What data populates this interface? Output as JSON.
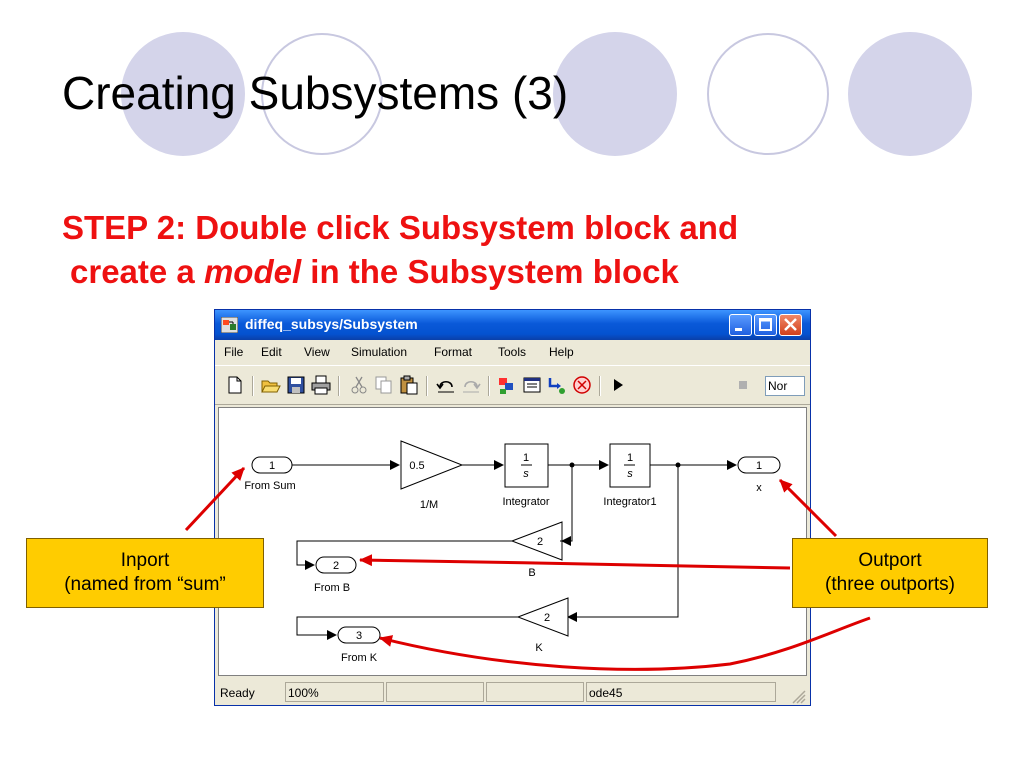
{
  "slide": {
    "title": "Creating Subsystems (3)",
    "subtitle_line1": "STEP 2: Double click Subsystem block and",
    "subtitle_line2_pre": "create a ",
    "subtitle_line2_em": "model",
    "subtitle_line2_post": " in the Subsystem block",
    "accent_color": "#ee1111"
  },
  "window": {
    "title": "diffeq_subsys/Subsystem",
    "menu": [
      "File",
      "Edit",
      "View",
      "Simulation",
      "Format",
      "Tools",
      "Help"
    ],
    "toolbar": {
      "icons": [
        "new-icon",
        "open-icon",
        "save-icon",
        "print-icon",
        "cut-icon",
        "copy-icon",
        "paste-icon",
        "undo-icon",
        "redo-icon",
        "library-browser-icon",
        "model-explorer-icon",
        "debugger-icon",
        "signal-icon",
        "run-icon",
        "stop-icon"
      ],
      "sim_time": "Nor"
    },
    "status": {
      "state": "Ready",
      "zoom": "100%",
      "blank1": "",
      "blank2": "",
      "solver": "ode45"
    }
  },
  "diagram": {
    "inport_from_sum": {
      "number": "1",
      "label": "From Sum"
    },
    "gain_1m": {
      "value": "0.5",
      "label": "1/M"
    },
    "integrator": {
      "num": "1",
      "den": "s",
      "label": "Integrator"
    },
    "integrator1": {
      "num": "1",
      "den": "s",
      "label": "Integrator1"
    },
    "outport_x": {
      "number": "1",
      "label": "x"
    },
    "gain_b": {
      "value": "2",
      "label": "B"
    },
    "outport_from_b": {
      "number": "2",
      "label": "From B"
    },
    "gain_k": {
      "value": "2",
      "label": "K"
    },
    "outport_from_k": {
      "number": "3",
      "label": "From K"
    }
  },
  "callouts": {
    "inport": {
      "line1": "Inport",
      "line2": "(named from “sum”"
    },
    "outport": {
      "line1": "Outport",
      "line2": "(three outports)"
    }
  },
  "colors": {
    "circle_fill": "#d3d3ea",
    "circle_stroke": "#c8c8e0",
    "callout_bg": "#ffcc00",
    "arrow": "#dd0000",
    "titlebar": "#0a59d9"
  }
}
